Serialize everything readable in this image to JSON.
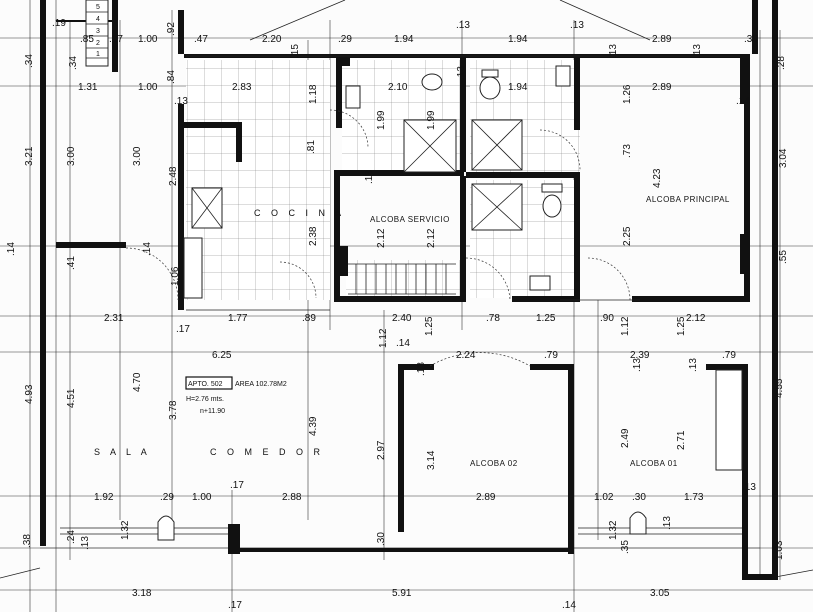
{
  "rooms": {
    "cocina": "C O C I N A",
    "alcoba_servicio": "ALCOBA SERVICIO",
    "alcoba_principal": "ALCOBA PRINCIPAL",
    "alcoba_02": "ALCOBA 02",
    "alcoba_01": "ALCOBA 01",
    "sala": "S A L A",
    "comedor": "C O M E D O R"
  },
  "info": {
    "apto": "APTO. 502",
    "area": "AREA 102.78M2",
    "height": "H=2.76 mts.",
    "level": "n+11.90"
  },
  "stairs": [
    "1",
    "2",
    "3",
    "4",
    "5"
  ],
  "dims": {
    "d_019": ".19",
    "d_085": ".85",
    "d_027": ".27",
    "d_100a": "1.00",
    "d_092": ".92",
    "d_047": ".47",
    "d_220": "2.20",
    "d_029a": ".29",
    "d_194a": "1.94",
    "d_013a": ".13",
    "d_194b": "1.94",
    "d_013b": ".13",
    "d_289a": "2.89",
    "d_033": ".33",
    "d_028": ".28",
    "d_034": ".34",
    "d_131": "1.31",
    "d_100b": "1.00",
    "d_084": ".84",
    "d_283": "2.83",
    "d_015a": ".15",
    "d_118": "1.18",
    "d_210": "2.10",
    "d_013c": ".13",
    "d_194c": "1.94",
    "d_013d": ".13",
    "d_126": "1.26",
    "d_289b": "2.89",
    "d_014a": ".14",
    "d_013e": ".13",
    "d_199a": "1.99",
    "d_199b": "1.99",
    "d_321": "3.21",
    "d_300a": "3.00",
    "d_300b": "3.00",
    "d_248": "2.48",
    "d_081": ".81",
    "d_073": ".73",
    "d_423": "4.23",
    "d_304": "3.04",
    "d_014b": ".14",
    "d_041": ".41",
    "d_014c": ".14",
    "d_212a": "2.12",
    "d_212b": "2.12",
    "d_238": "2.38",
    "d_225": "2.25",
    "d_055": ".55",
    "d_106": "1.06",
    "d_231": "2.31",
    "d_177": "1.77",
    "d_089": ".89",
    "d_240": "2.40",
    "d_078": ".78",
    "d_125a": "1.25",
    "d_090": ".90",
    "d_212c": "2.12",
    "d_017a": ".17",
    "d_112a": "1.12",
    "d_125b": "1.25",
    "d_112b": "1.12",
    "d_125c": "1.25",
    "d_625": "6.25",
    "d_014d": ".14",
    "d_224": "2.24",
    "d_079a": ".79",
    "d_239": "2.39",
    "d_079b": ".79",
    "d_013f": ".13",
    "d_013g": ".13",
    "d_493": "4.93",
    "d_451": "4.51",
    "d_470": "4.70",
    "d_378": "3.78",
    "d_439": "4.39",
    "d_297": "2.97",
    "d_314": "3.14",
    "d_249": "2.49",
    "d_271": "2.71",
    "d_455": "4.55",
    "d_192": "1.92",
    "d_029b": ".29",
    "d_100c": "1.00",
    "d_017b": ".17",
    "d_288": "2.88",
    "d_289c": "2.89",
    "d_102": "1.02",
    "d_030a": ".30",
    "d_173": "1.73",
    "d_013h": ".13",
    "d_038": ".38",
    "d_024": ".24",
    "d_013i": ".13",
    "d_132a": "1.32",
    "d_030b": ".30",
    "d_132b": "1.32",
    "d_035": ".35",
    "d_013j": ".13",
    "d_103": "1.03",
    "d_318": "3.18",
    "d_591": "5.91",
    "d_305": "3.05",
    "d_017c": ".17",
    "d_014e": ".14"
  }
}
